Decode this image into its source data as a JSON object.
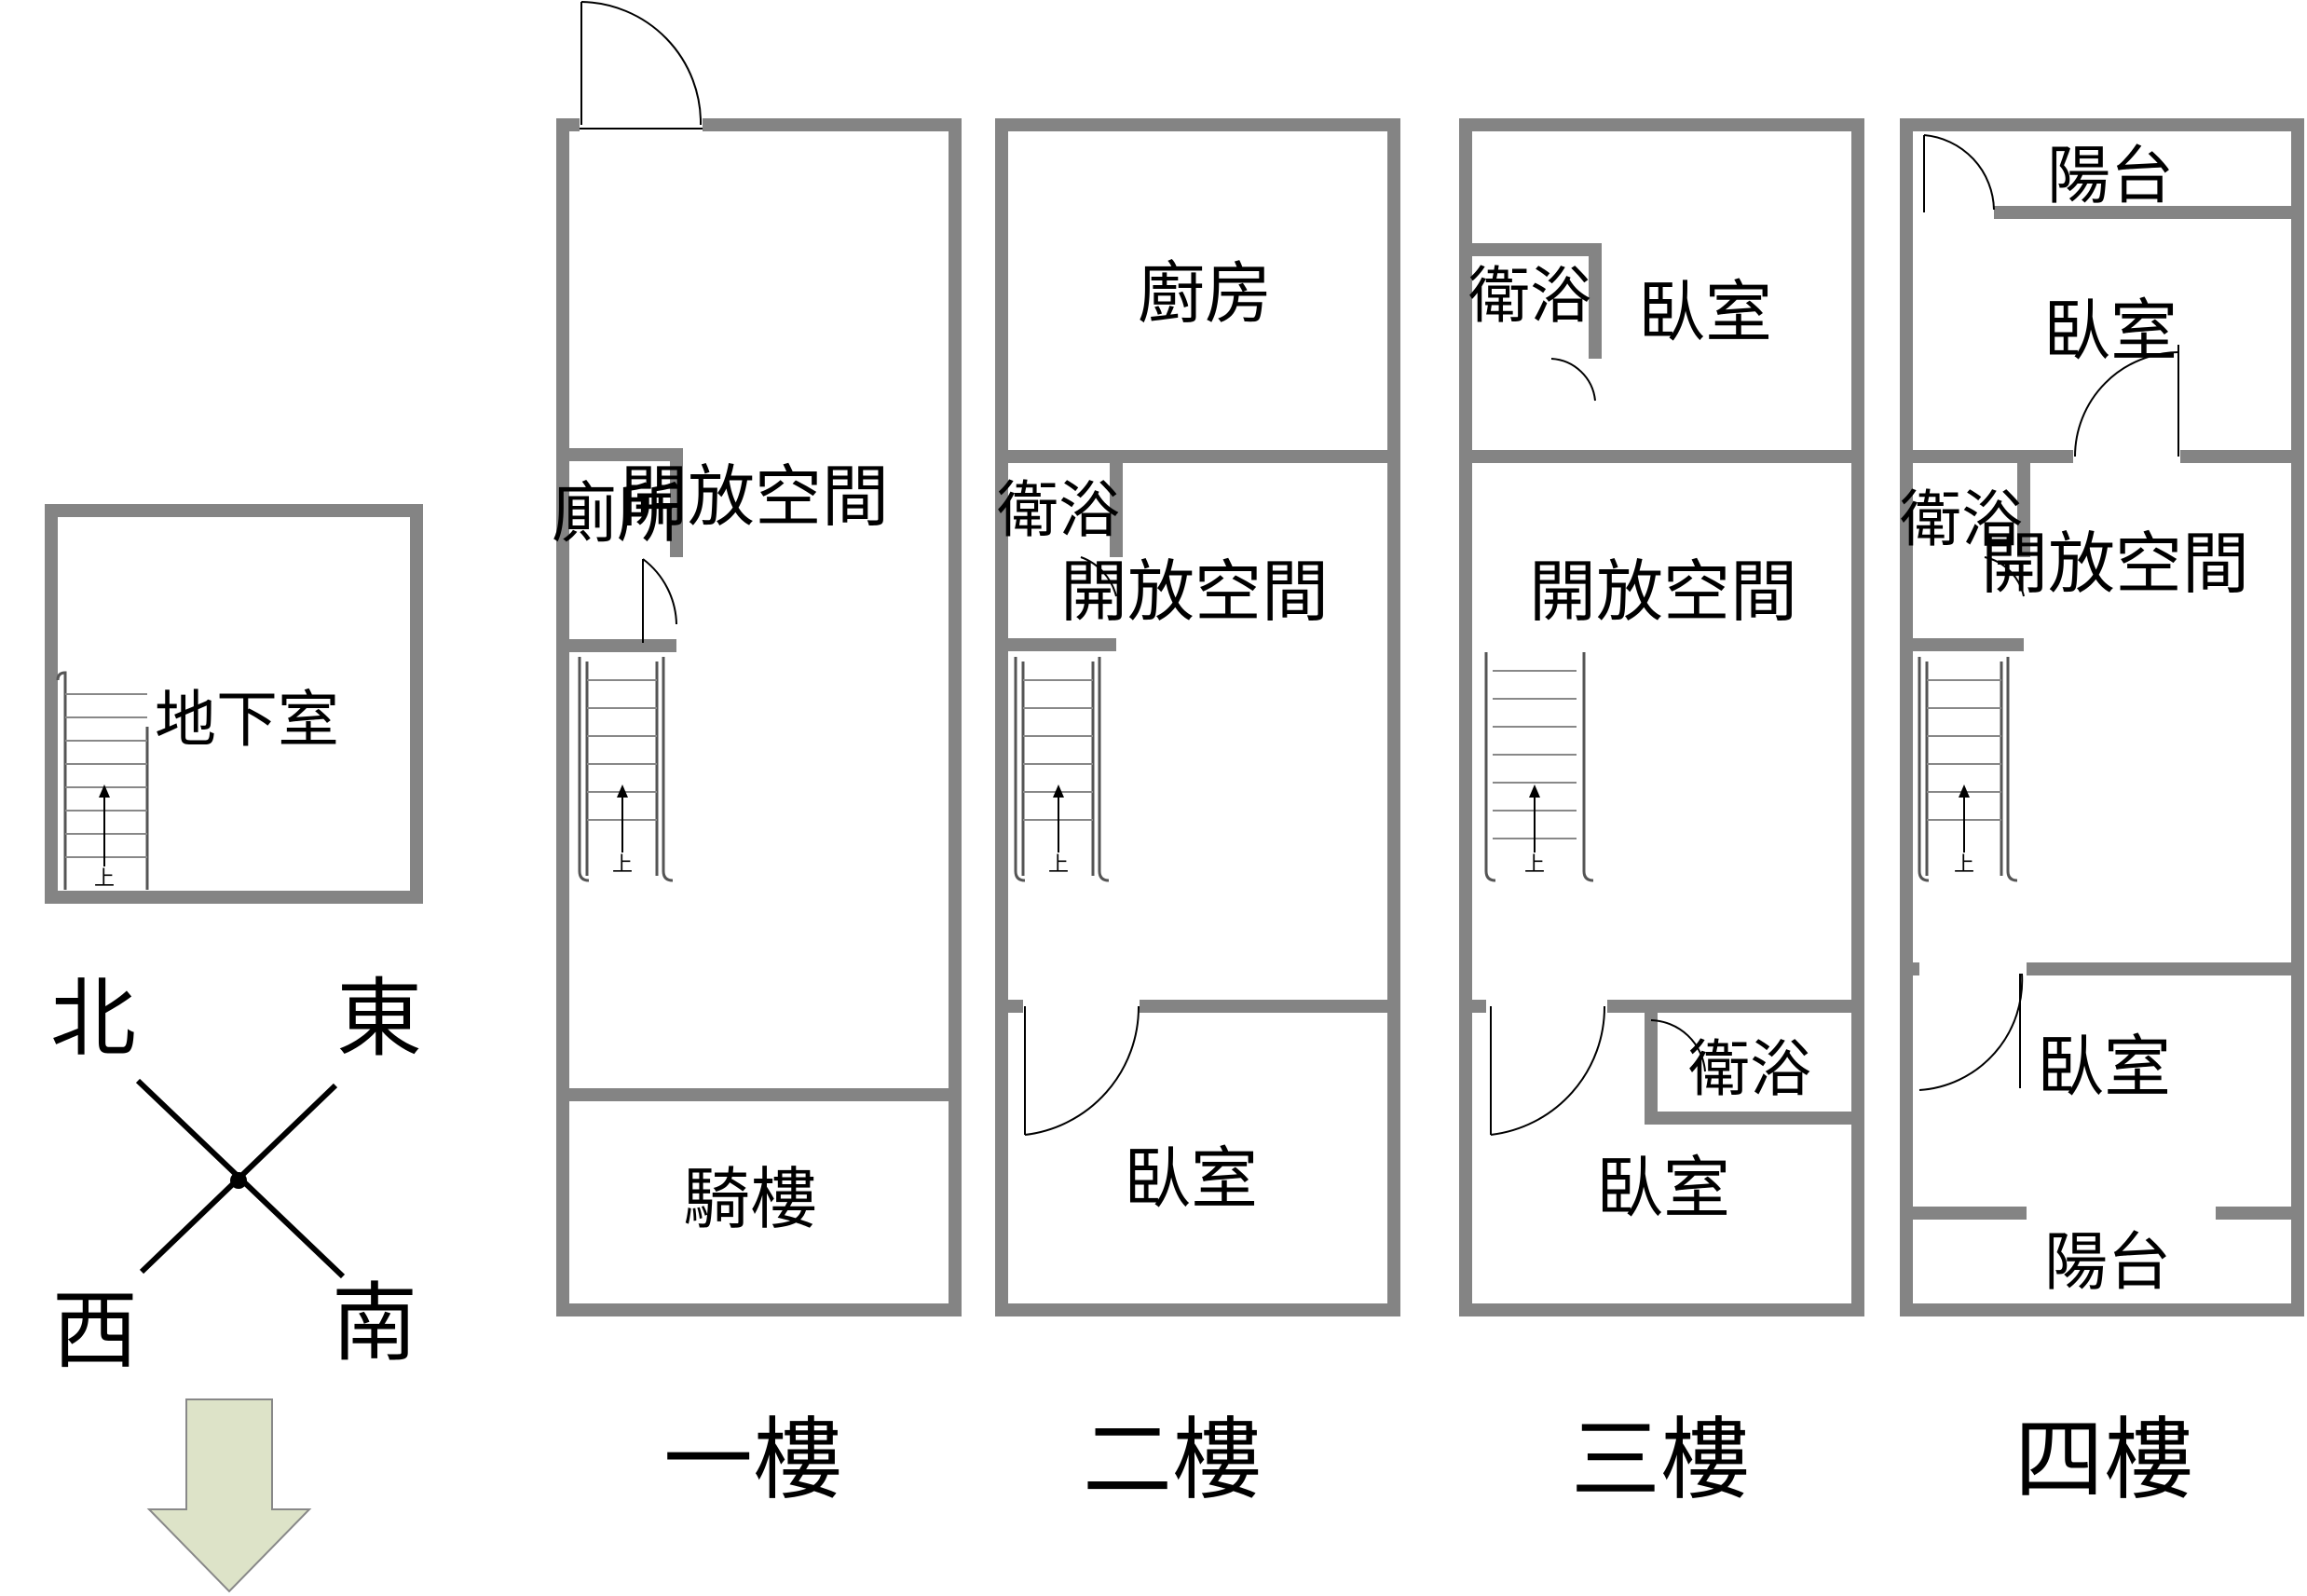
{
  "basement": {
    "label": "地下室",
    "stair_tag": "上"
  },
  "compass": {
    "north": "北",
    "east": "東",
    "west": "西",
    "south": "南",
    "arrow_color": "#dde3c8"
  },
  "floors": [
    {
      "name": "一樓",
      "rooms": [
        "開放空間",
        "廁所",
        "騎樓"
      ],
      "stair_tag": "上"
    },
    {
      "name": "二樓",
      "rooms": [
        "廚房",
        "衛浴",
        "開放空間",
        "臥室"
      ],
      "stair_tag": "上"
    },
    {
      "name": "三樓",
      "rooms": [
        "衛浴",
        "臥室",
        "開放空間",
        "衛浴",
        "臥室"
      ],
      "stair_tag": "上"
    },
    {
      "name": "四樓",
      "rooms": [
        "陽台",
        "臥室",
        "衛浴",
        "開放空間",
        "臥室",
        "陽台"
      ],
      "stair_tag": "上"
    }
  ],
  "colors": {
    "wall": "#848484",
    "line": "#000000"
  }
}
